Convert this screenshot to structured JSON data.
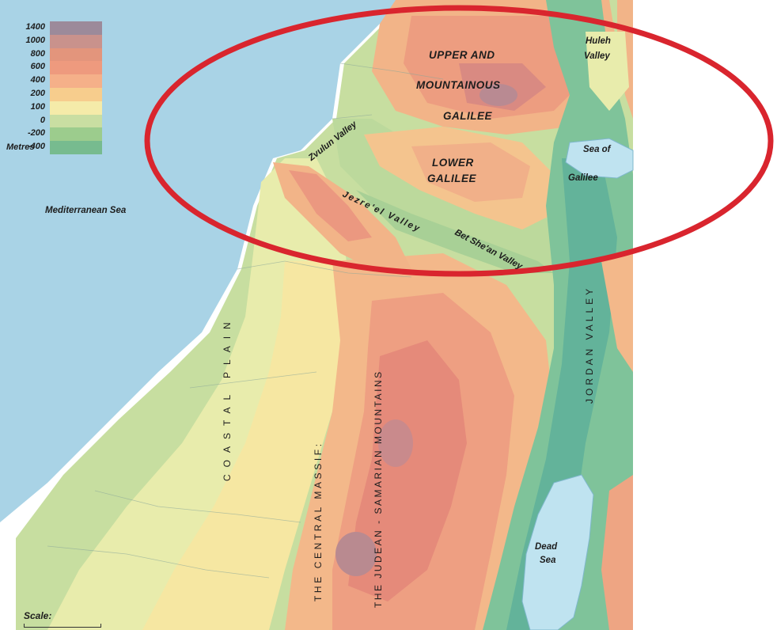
{
  "legend": {
    "unit": "Metres",
    "items": [
      {
        "label": "1400",
        "color": "#9c8a9a"
      },
      {
        "label": "1000",
        "color": "#c9928c"
      },
      {
        "label": "800",
        "color": "#e3957c"
      },
      {
        "label": "600",
        "color": "#ee9a7e"
      },
      {
        "label": "400",
        "color": "#f5b089"
      },
      {
        "label": "200",
        "color": "#f7cd8d"
      },
      {
        "label": "100",
        "color": "#f5eba9"
      },
      {
        "label": "0",
        "color": "#c9dea2"
      },
      {
        "label": "-200",
        "color": "#9ccc8d"
      },
      {
        "label": "-400",
        "color": "#77bb8f"
      }
    ]
  },
  "labels": {
    "upper_galilee_1": "UPPER AND",
    "upper_galilee_2": "MOUNTAINOUS",
    "upper_galilee_3": "GALILEE",
    "lower_galilee_1": "LOWER",
    "lower_galilee_2": "GALILEE",
    "huleh_1": "Huleh",
    "huleh_2": "Valley",
    "sea_galilee_1": "Sea of",
    "sea_galilee_2": "Galilee",
    "mediterranean": "Mediterranean Sea",
    "zvulun": "Zvulun Valley",
    "jezreel": "Jezre'el Valley",
    "betshean": "Bet She'an Valley",
    "coastal_plain": "COASTAL PLAIN",
    "central_massif": "THE CENTRAL MASSIF:",
    "judean_samarian": "THE JUDEAN - SAMARIAN MOUNTAINS",
    "jordan_valley": "JORDAN VALLEY",
    "dead_sea_1": "Dead",
    "dead_sea_2": "Sea",
    "scale": "Scale:"
  },
  "colors": {
    "sea": "#a9d3e6",
    "highlight_ring": "#d9252e",
    "lake": "#bfe3f0"
  }
}
